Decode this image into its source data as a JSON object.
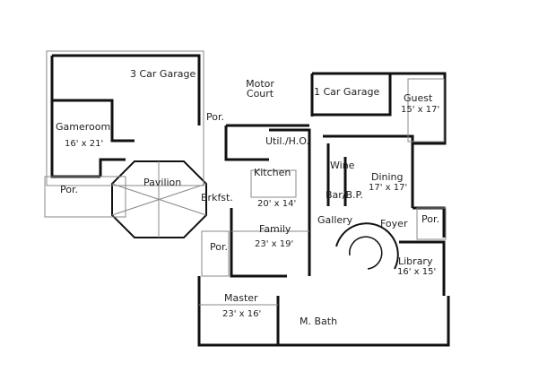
{
  "plan": {
    "rooms": [
      {
        "id": "three-car-garage",
        "name": "3 Car Garage",
        "dim": ""
      },
      {
        "id": "motor-court",
        "name": "Motor Court",
        "dim": ""
      },
      {
        "id": "one-car-garage",
        "name": "1 Car Garage",
        "dim": ""
      },
      {
        "id": "guest",
        "name": "Guest",
        "dim": "15' x 17'"
      },
      {
        "id": "gameroom",
        "name": "Gameroom",
        "dim": "16' x 21'"
      },
      {
        "id": "util-ho",
        "name": "Util./H.O.",
        "dim": ""
      },
      {
        "id": "kitchen",
        "name": "Kitchen",
        "dim": "20' x 14'"
      },
      {
        "id": "wine",
        "name": "Wine",
        "dim": ""
      },
      {
        "id": "dining",
        "name": "Dining",
        "dim": "17' x 17'"
      },
      {
        "id": "pavilion",
        "name": "Pavilion",
        "dim": ""
      },
      {
        "id": "brkfst",
        "name": "Brkfst.",
        "dim": ""
      },
      {
        "id": "bar-bp",
        "name": "Bar/B.P.",
        "dim": ""
      },
      {
        "id": "gallery",
        "name": "Gallery",
        "dim": ""
      },
      {
        "id": "foyer",
        "name": "Foyer",
        "dim": ""
      },
      {
        "id": "family",
        "name": "Family",
        "dim": "23' x 19'"
      },
      {
        "id": "library",
        "name": "Library",
        "dim": "16' x 15'"
      },
      {
        "id": "master",
        "name": "Master",
        "dim": "23' x 16'"
      },
      {
        "id": "m-bath",
        "name": "M. Bath",
        "dim": ""
      }
    ],
    "porches": [
      {
        "id": "por-garage",
        "name": "Por."
      },
      {
        "id": "por-gameroom",
        "name": "Por."
      },
      {
        "id": "por-family",
        "name": "Por."
      },
      {
        "id": "por-foyer",
        "name": "Por."
      }
    ]
  }
}
